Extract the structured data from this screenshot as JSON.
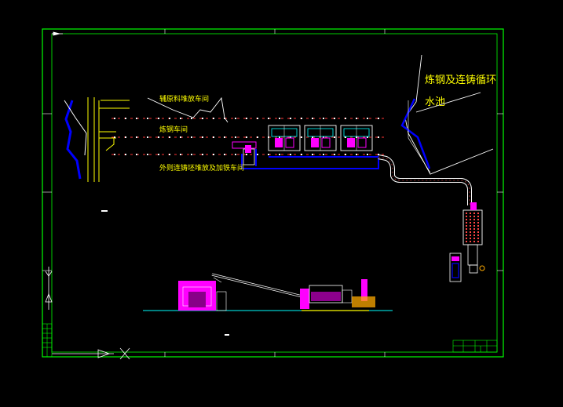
{
  "drawing": {
    "labels": {
      "aux_storage": "辅原料堆放车间",
      "converter_hall": "炼钢车间",
      "ccm_storage": "外则连铸坯堆放及加铁车间",
      "pool_line1": "炼钢及连铸循环",
      "pool_line2": "水池"
    }
  },
  "colors": {
    "background": "#000000",
    "frame": "#00ff00",
    "text": "#ffff00",
    "water": "#0000ff",
    "wall": "#ffffff",
    "equipment_fill": "#ff00ff"
  }
}
